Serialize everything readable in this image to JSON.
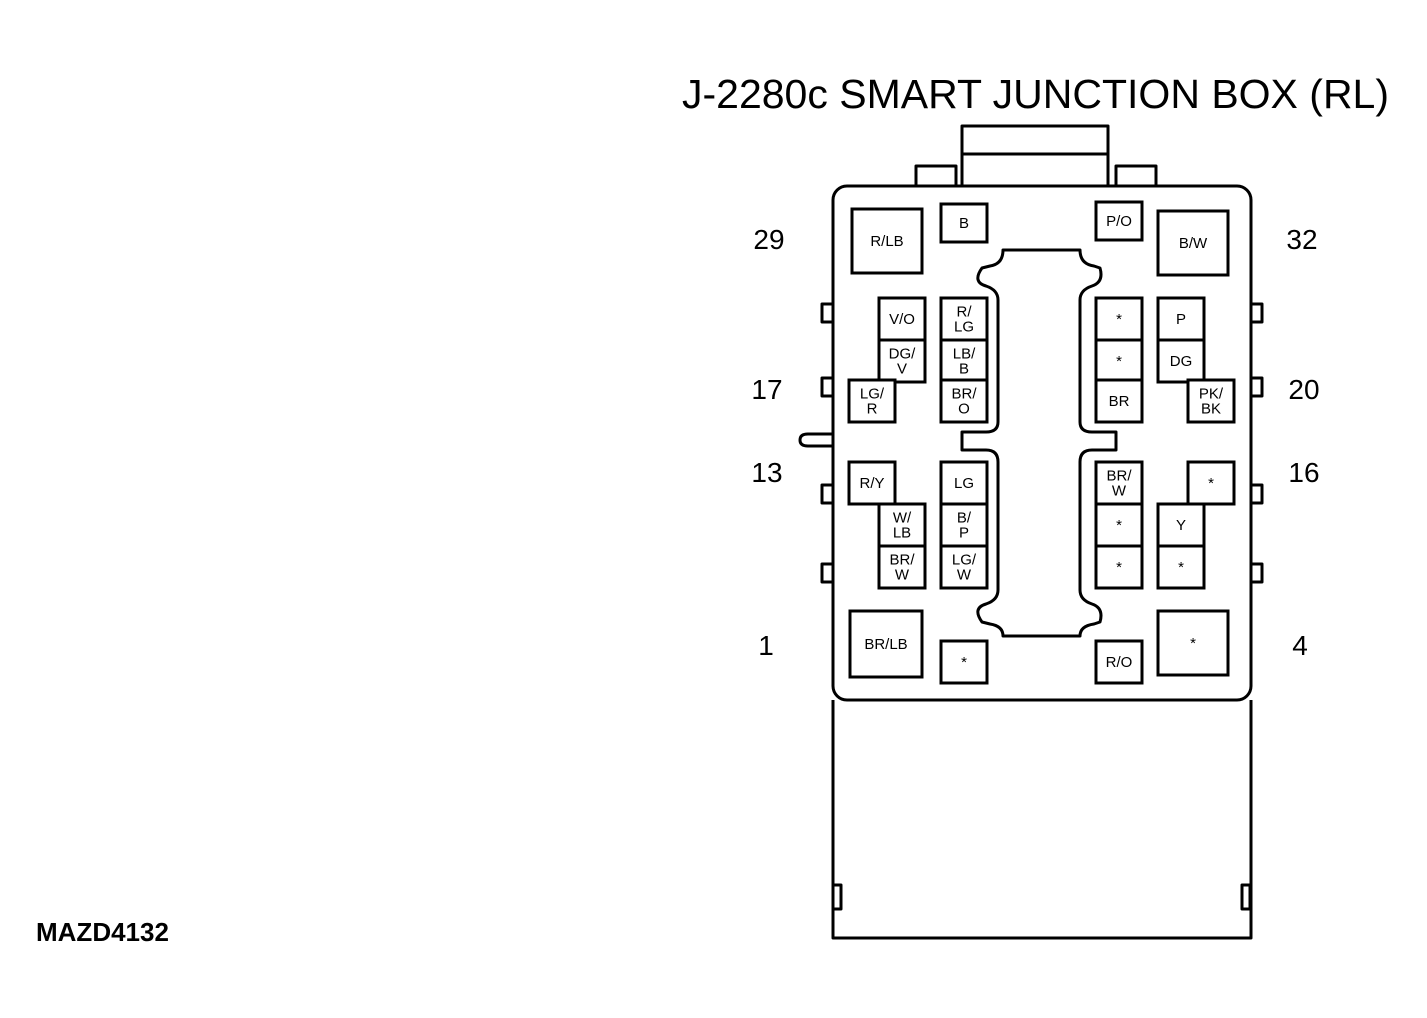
{
  "title": "J-2280c SMART JUNCTION BOX (RL)",
  "code": "MAZD4132",
  "pin_numbers": {
    "p29": "29",
    "p32": "32",
    "p17": "17",
    "p20": "20",
    "p13": "13",
    "p16": "16",
    "p1": "1",
    "p4": "4"
  },
  "terminals": [
    [
      "R/LB"
    ],
    [
      "B"
    ],
    [
      "P/O"
    ],
    [
      "B/W"
    ],
    [
      "V/O"
    ],
    [
      "R/",
      "LG"
    ],
    [
      "*"
    ],
    [
      "P"
    ],
    [
      "DG/",
      "V"
    ],
    [
      "LB/",
      "B"
    ],
    [
      "*"
    ],
    [
      "DG"
    ],
    [
      "LG/",
      "R"
    ],
    [
      "BR/",
      "O"
    ],
    [
      "BR"
    ],
    [
      "PK/",
      "BK"
    ],
    [
      "R/Y"
    ],
    [
      "LG"
    ],
    [
      "BR/",
      "W"
    ],
    [
      "*"
    ],
    [
      "W/",
      "LB"
    ],
    [
      "B/",
      "P"
    ],
    [
      "*"
    ],
    [
      "Y"
    ],
    [
      "BR/",
      "W"
    ],
    [
      "LG/",
      "W"
    ],
    [
      "*"
    ],
    [
      "*"
    ],
    [
      "BR/LB"
    ],
    [
      "*"
    ],
    [
      "R/O"
    ],
    [
      "*"
    ]
  ]
}
